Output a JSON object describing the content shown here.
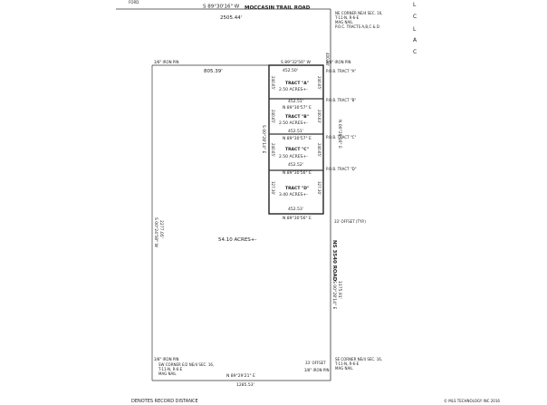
{
  "header": {
    "corner_fragment": "FORD",
    "top_bearing": "S 89°30'16\" W",
    "top_distance": "2505.44'",
    "road_north": "MOCCASIN TRAIL ROAD"
  },
  "right_margin": [
    "L",
    "C",
    "L",
    "A",
    "C"
  ],
  "notes": {
    "ne_corner": [
      "NE CORNER NE/4 SEC. 16,",
      "T-11-N, R-6-E",
      "MAG NAIL",
      "P.O.C. TRACTS A,B,C & D"
    ],
    "iron_pin_top_left": "3/8\" IRON PIN",
    "iron_pin_top_right": "3/8\" IRON PIN",
    "pob_a": "P.O.B. TRACT \"A\"",
    "pob_b": "P.O.B. TRACT \"B\"",
    "pob_c": "P.O.B. TRACT \"C\"",
    "pob_d": "P.O.B. TRACT \"D\"",
    "offset_top": "33' OFFSET (TYP.)",
    "sw_corner": [
      "SW CORNER E/2 NE/4 SEC. 16,",
      "T-11-N, R-6-E",
      "MAG NAIL"
    ],
    "se_corner": [
      "SE CORNER NE/4 SEC. 16,",
      "T-11-N, R-6-E",
      "MAG NAIL"
    ],
    "offset_bottom": "33' OFFSET",
    "iron_pin_bottom": "3/8\" IRON PIN",
    "iron_pin_bottom_left": "3/8\" IRON PIN"
  },
  "dims": {
    "ne_vert": "400.00'",
    "top_left_dist": "805.39'",
    "top_bearing_a": "S 89°32'56\" W",
    "top_dist_a": "452.50'",
    "mid_vertical_bearing": "S 00°28'14\" E",
    "right_vertical_bearing": "N 00°28'16\" E",
    "left_bearing": "S 00°24'58\" W",
    "left_distance": "2277.05'",
    "right_lower_bearing": "S 00°28'14\" E",
    "right_lower_distance": "1175.91'",
    "bottom_bearing": "N 89°29'21\" E",
    "bottom_distance": "1285.53'"
  },
  "tracts": [
    {
      "name": "TRACT \"A\"",
      "acres": "2.50 ACRES+-",
      "left_len": "240.65'",
      "right_len": "240.65'",
      "south_bearing": "N 89°30'57\" E",
      "south_dist": "452.51'"
    },
    {
      "name": "TRACT \"B\"",
      "acres": "2.50 ACRES+-",
      "left_len": "240.65'",
      "right_len": "240.63'",
      "south_bearing": "N 89°30'57\" E",
      "south_dist": "452.51'"
    },
    {
      "name": "TRACT \"C\"",
      "acres": "2.50 ACRES+-",
      "left_len": "240.65'",
      "right_len": "240.65'",
      "south_bearing": "N 89°30'56\" E",
      "south_dist": "452.52'"
    },
    {
      "name": "TRACT \"D\"",
      "acres": "3.40 ACRES+-",
      "left_len": "327.30'",
      "right_len": "327.30'",
      "south_bearing": "N 89°30'56\" E",
      "south_dist": "452.53'"
    }
  ],
  "main_area": "54.10 ACRES+-",
  "road_east": "NS 3540 ROAD",
  "footer": {
    "legend": "DENOTES RECORD DISTANCE",
    "copyright": "© MLS TECHNOLOGY INC 2016"
  }
}
